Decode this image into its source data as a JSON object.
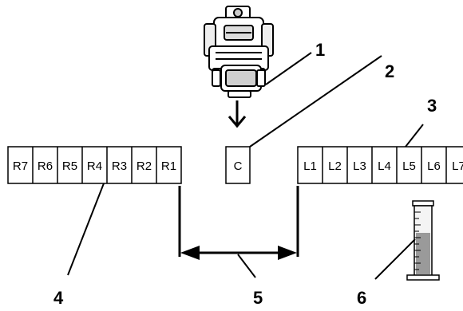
{
  "right_row": {
    "cells": [
      "R7",
      "R6",
      "R5",
      "R4",
      "R3",
      "R2",
      "R1"
    ]
  },
  "center": {
    "cell": "C"
  },
  "left_row": {
    "cells": [
      "L1",
      "L2",
      "L3",
      "L4",
      "L5",
      "L6",
      "L7"
    ]
  },
  "callouts": [
    "1",
    "2",
    "3",
    "4",
    "5",
    "6"
  ]
}
